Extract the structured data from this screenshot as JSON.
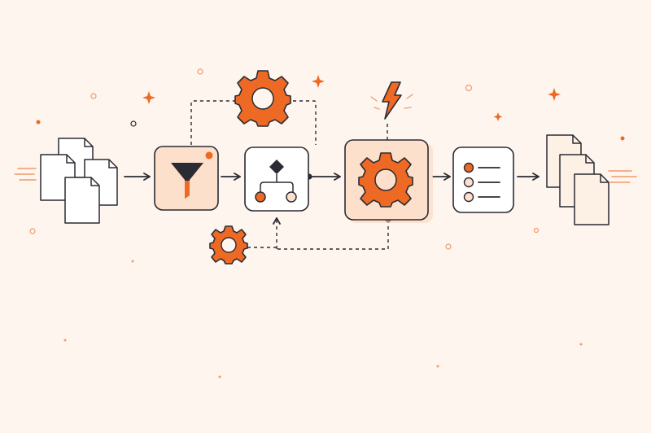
{
  "colors": {
    "background": "#fdf5ee",
    "ink": "#2b2b33",
    "accent": "#ee6a24",
    "accent_soft": "#fde0cb",
    "paper": "#ffffff",
    "paper_warm": "#fdf1e6",
    "sparkle": "#f29a6a"
  },
  "icons": {
    "input_documents": "document-stack-icon",
    "filter_step": "funnel-icon",
    "decision_step": "decision-tree-icon",
    "process_step": "gear-icon",
    "trigger": "lightning-bolt-icon",
    "list_step": "checklist-icon",
    "output_documents": "document-stack-icon",
    "helper_gears": "gear-icon"
  },
  "diagram": {
    "flow_order": [
      "input_documents",
      "filter_step",
      "decision_step",
      "process_step",
      "list_step",
      "output_documents"
    ],
    "list_item_count": 3
  }
}
